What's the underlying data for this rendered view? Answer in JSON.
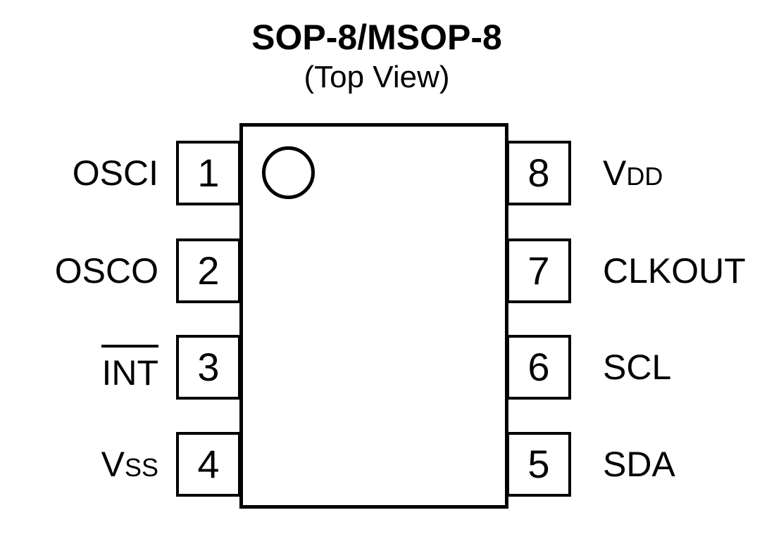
{
  "figure": {
    "title": "SOP-8/MSOP-8",
    "subtitle": "(Top View)"
  },
  "chip": {
    "package": "SOP-8/MSOP-8",
    "left_pins": [
      {
        "number": "1",
        "label": "OSCI"
      },
      {
        "number": "2",
        "label": "OSCO"
      },
      {
        "number": "3",
        "label": "INT",
        "overline": true
      },
      {
        "number": "4",
        "label_base": "V",
        "label_sub": "SS"
      }
    ],
    "right_pins": [
      {
        "number": "8",
        "label_base": "V",
        "label_sub": "DD"
      },
      {
        "number": "7",
        "label": "CLKOUT"
      },
      {
        "number": "6",
        "label": "SCL"
      },
      {
        "number": "5",
        "label": "SDA"
      }
    ]
  },
  "colors": {
    "line": "#000000",
    "text": "#000000",
    "background": "#ffffff"
  }
}
